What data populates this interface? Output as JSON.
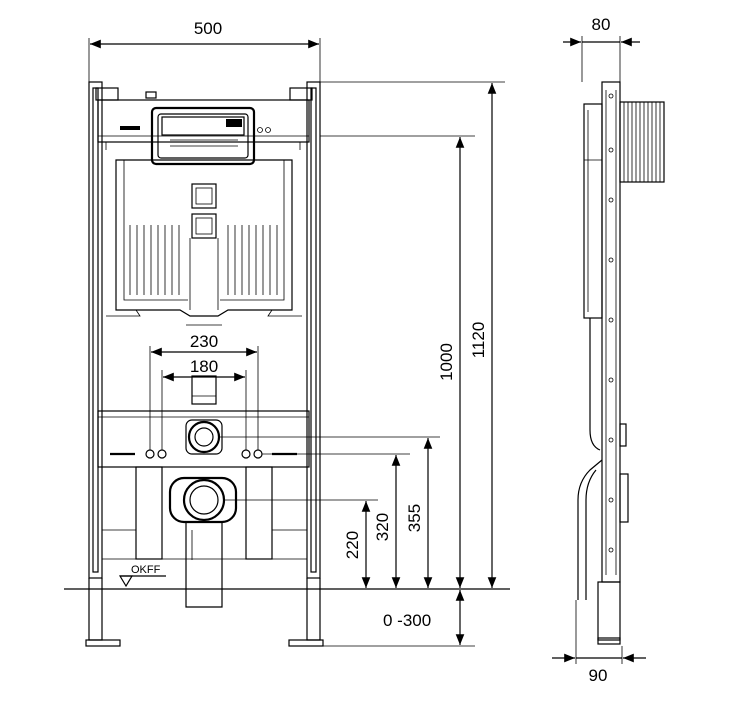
{
  "dimensions": {
    "width": "500",
    "depth": "80",
    "base_depth": "90",
    "total_height": "1120",
    "frame_height": "1000",
    "bolt_spacing_outer": "230",
    "bolt_spacing_inner": "180",
    "drain_height": "220",
    "bolt_height": "320",
    "supply_height": "355",
    "foot_adjust": "0 -300"
  },
  "labels": {
    "floor_level": "OKFF"
  }
}
